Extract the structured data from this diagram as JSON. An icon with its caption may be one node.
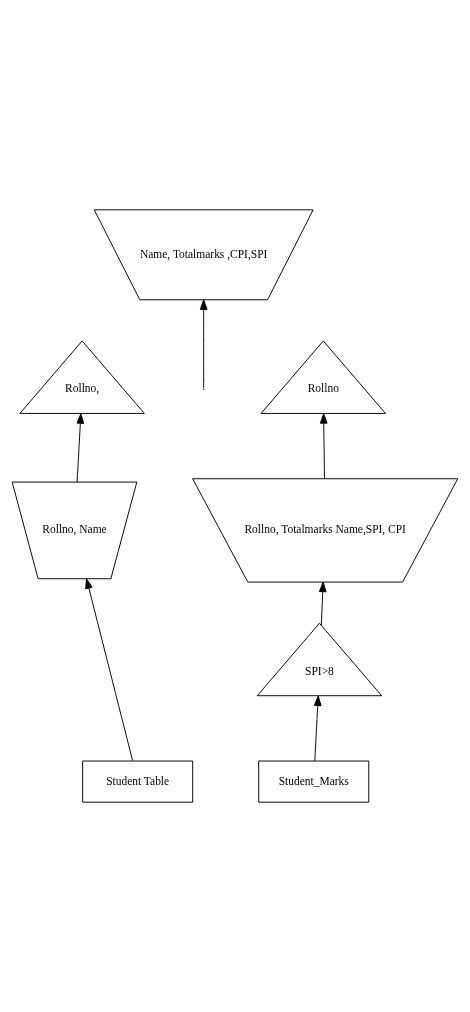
{
  "diagram": {
    "nodes": [
      {
        "text": [
          "Name, Totalmarks ,CPI,SPI"
        ]
      },
      {
        "text": [
          "Rollno,"
        ]
      },
      {
        "text": [
          "Rollno"
        ]
      },
      {
        "text": [
          "Rollno, Name"
        ]
      },
      {
        "text": [
          "Rollno, Totalmarks Name,SPI, CPI"
        ]
      },
      {
        "text": [
          "SPI>8"
        ]
      },
      {
        "text": [
          "Student Table"
        ]
      },
      {
        "text": [
          "Student_Marks"
        ]
      }
    ],
    "edges": [
      {
        "from": null,
        "to": 0,
        "arrow": "to"
      },
      {
        "from": 3,
        "to": 1,
        "arrow": "to"
      },
      {
        "from": 4,
        "to": 2,
        "arrow": "to"
      },
      {
        "from": 6,
        "to": 3,
        "arrow": "to"
      },
      {
        "from": 5,
        "to": 4,
        "arrow": "to"
      },
      {
        "from": 7,
        "to": 5,
        "arrow": "to"
      }
    ]
  }
}
